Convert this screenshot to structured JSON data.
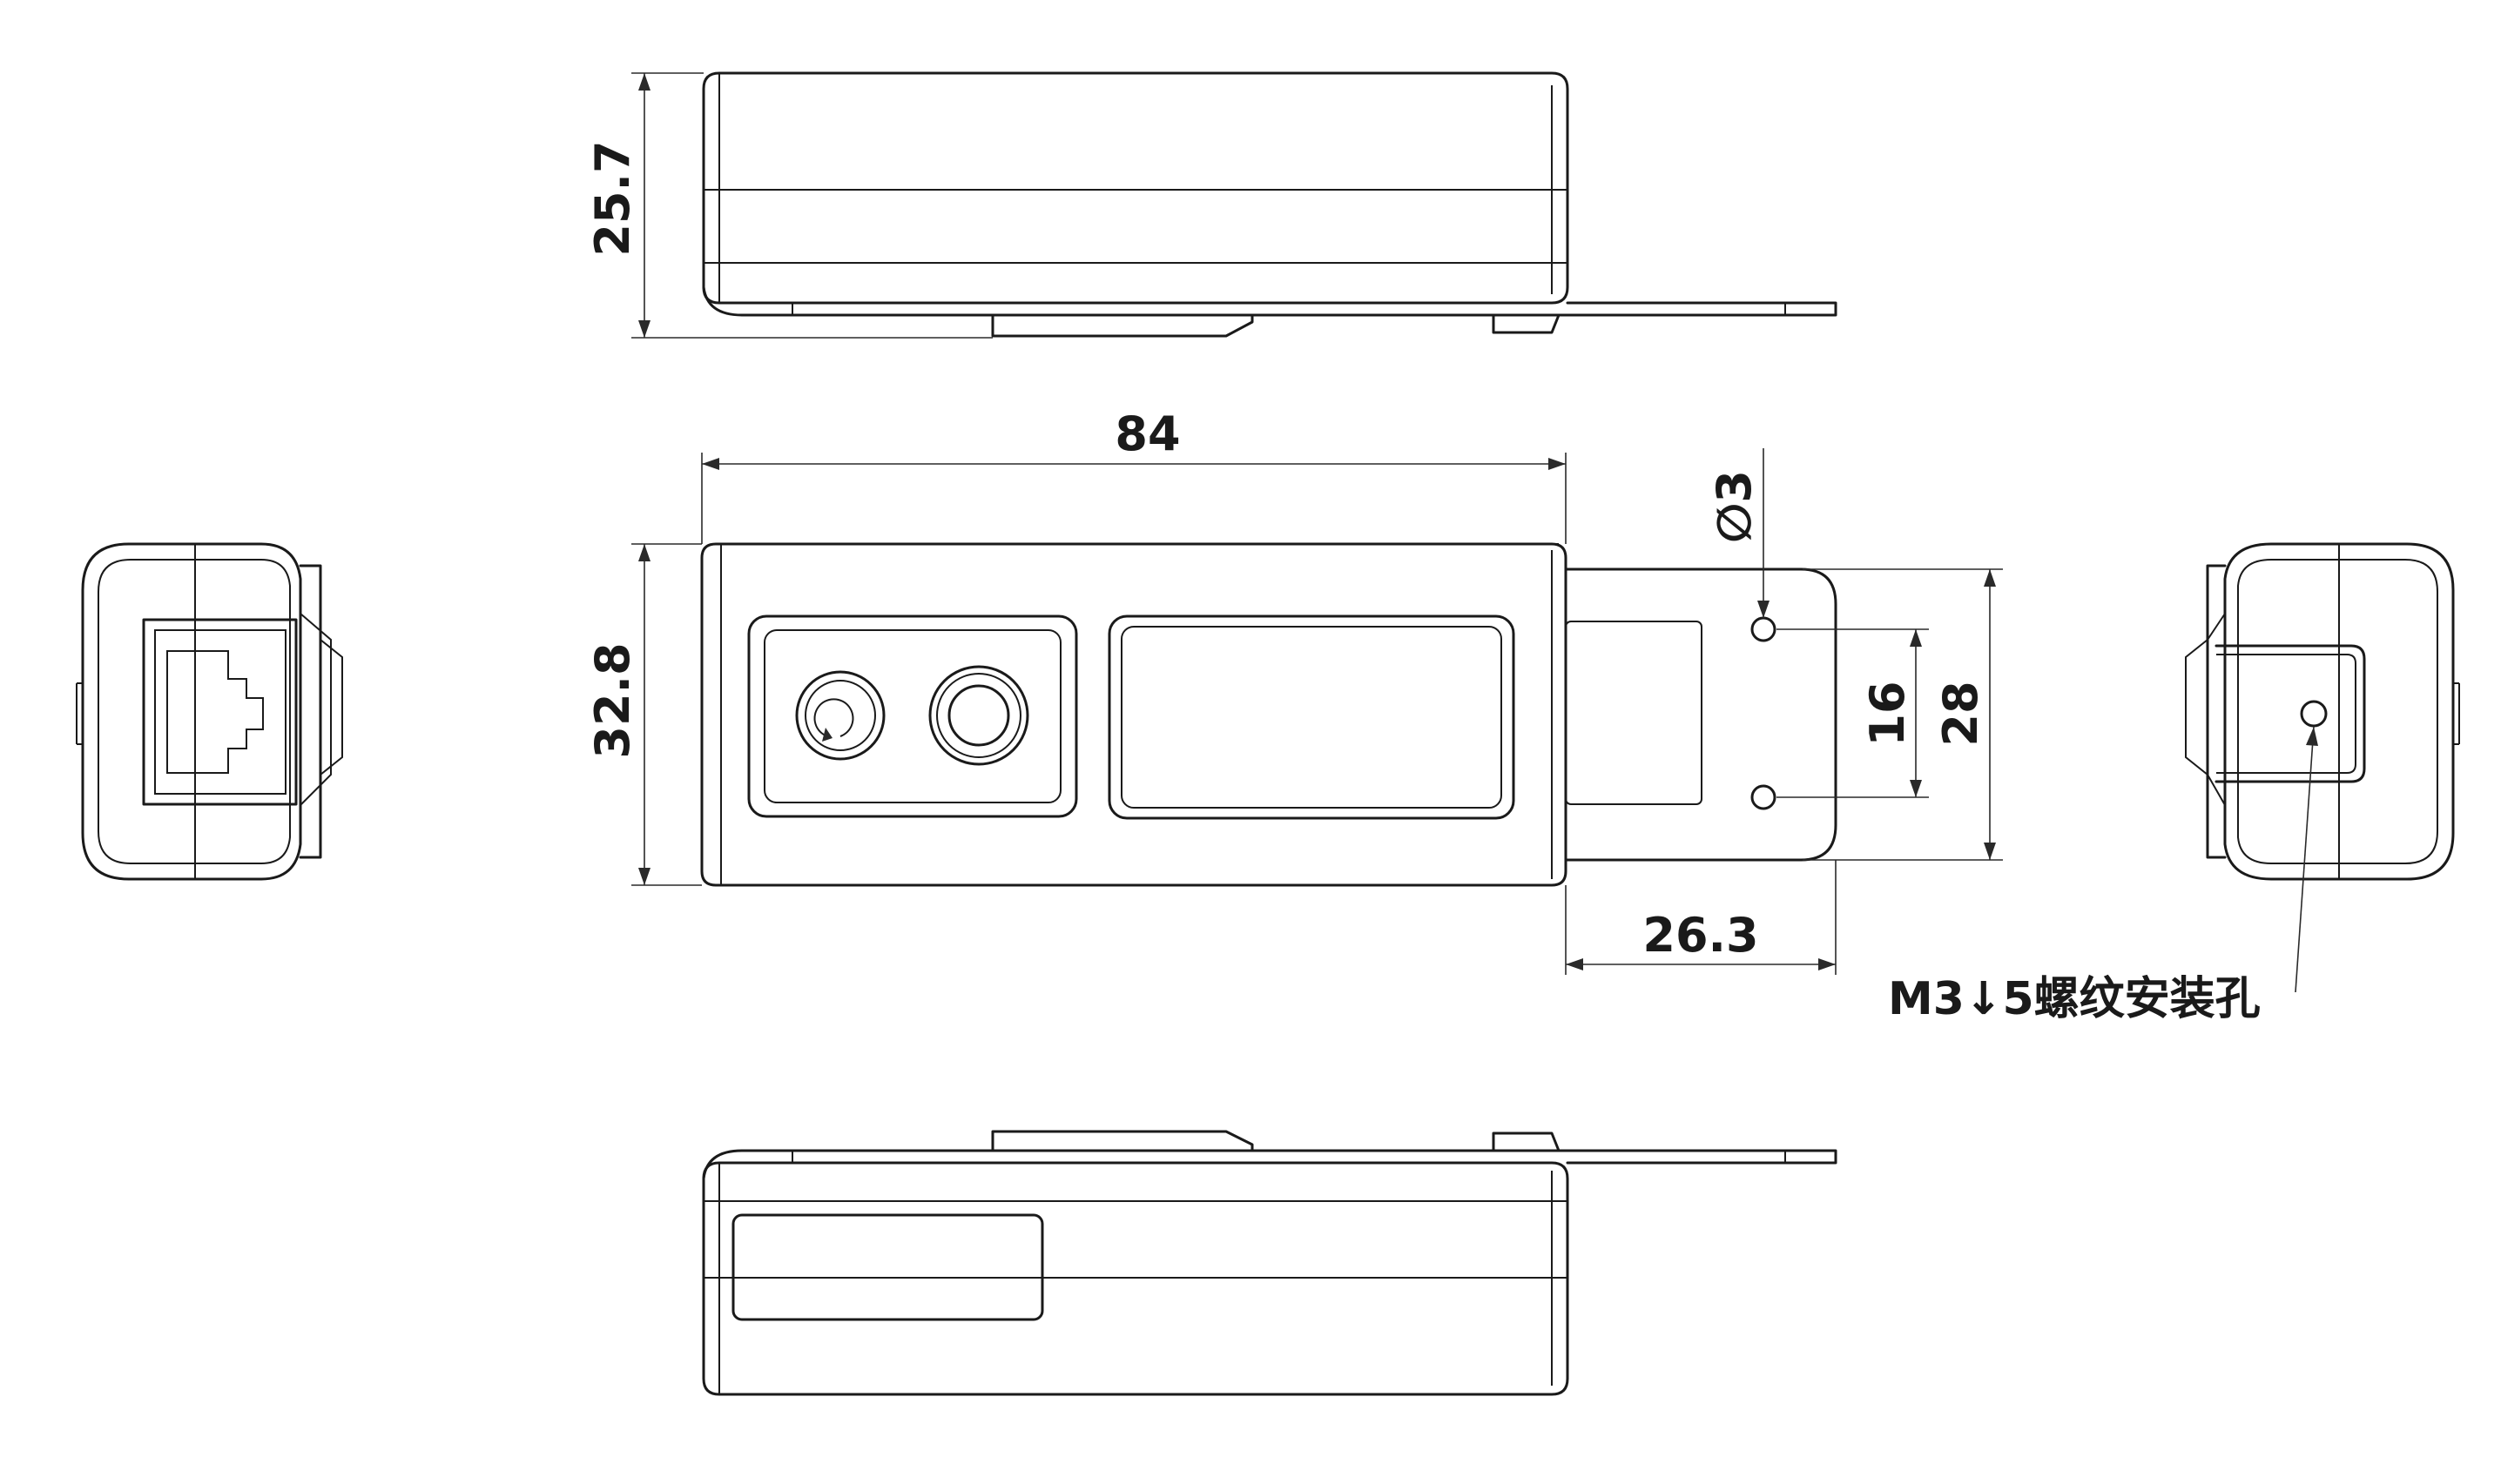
{
  "dimensions": {
    "height_side": "25.7",
    "length_total": "84",
    "width_body": "32.8",
    "hole_diameter": "∅3",
    "hole_spacing": "16",
    "bracket_width": "28",
    "bracket_extension": "26.3"
  },
  "annotation": {
    "mount_hole_note": "M3↓5螺纹安装孔"
  }
}
